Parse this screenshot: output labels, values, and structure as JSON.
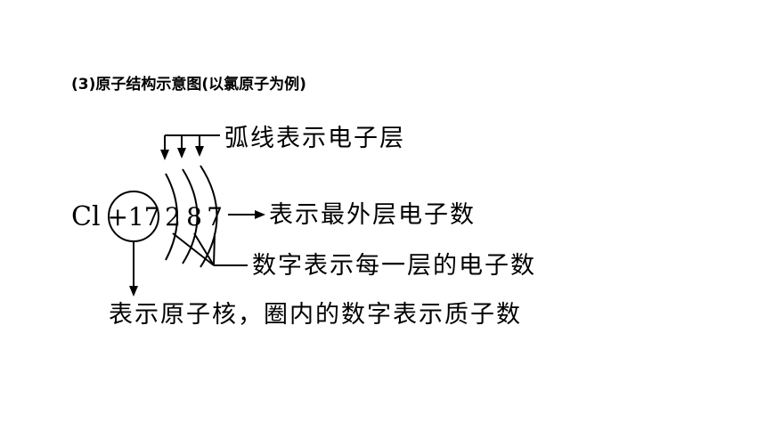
{
  "heading": "(3)原子结构示意图(以氯原子为例)",
  "atom": {
    "symbol": "Cl",
    "nucleus": "+17",
    "shells": [
      "2",
      "8",
      "7"
    ]
  },
  "labels": {
    "arc": "弧线表示电子层",
    "outer": "表示最外层电子数",
    "per_shell": "数字表示每一层的电子数",
    "nucleus": "表示原子核，圈内的数字表示质子数"
  }
}
